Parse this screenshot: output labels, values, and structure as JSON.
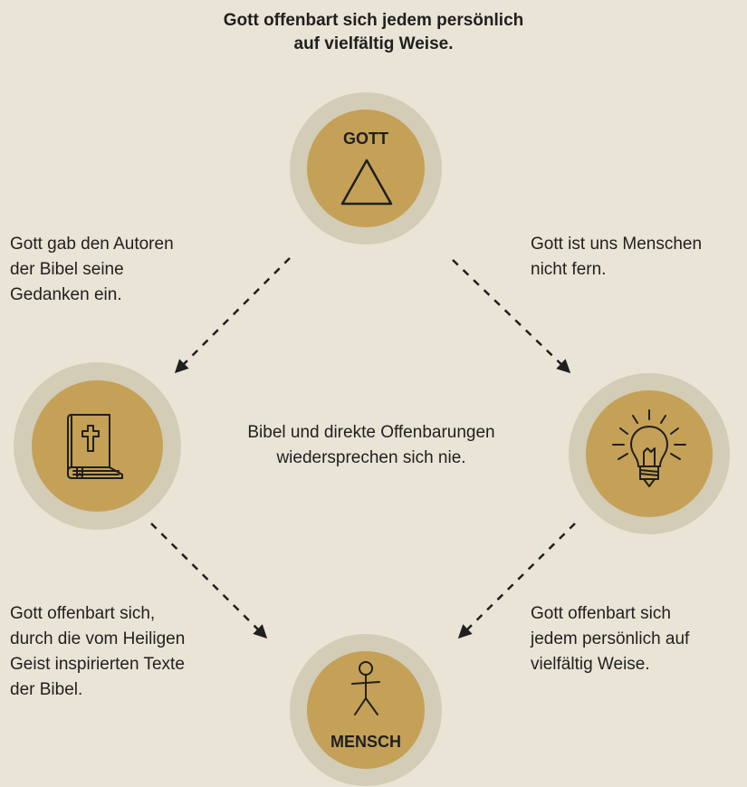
{
  "title": {
    "line1": "Gott offenbart sich jedem persönlich",
    "line2": "auf vielfältig Weise."
  },
  "nodes": {
    "gott": {
      "label": "GOTT",
      "icon": "triangle-icon"
    },
    "bibel": {
      "icon": "bible-icon"
    },
    "offenbarung": {
      "icon": "lightbulb-icon"
    },
    "mensch": {
      "label": "MENSCH",
      "icon": "stick-figure-icon"
    }
  },
  "captions": {
    "top_left": [
      "Gott gab den Autoren",
      "der Bibel seine",
      "Gedanken ein."
    ],
    "top_right": [
      "Gott ist uns Menschen",
      "nicht fern."
    ],
    "center": [
      "Bibel und direkte Offenbarungen",
      "wiedersprechen sich nie."
    ],
    "bottom_left": [
      "Gott offenbart sich,",
      "durch die vom Heiligen",
      "Geist inspirierten Texte",
      "der Bibel."
    ],
    "bottom_right": [
      "Gott offenbart sich",
      "jedem persönlich auf",
      "vielfältig Weise."
    ]
  },
  "colors": {
    "background": "#e9e4d6",
    "ring": "#d3ccb6",
    "core": "#c4a157",
    "ink": "#1f1f1f"
  }
}
